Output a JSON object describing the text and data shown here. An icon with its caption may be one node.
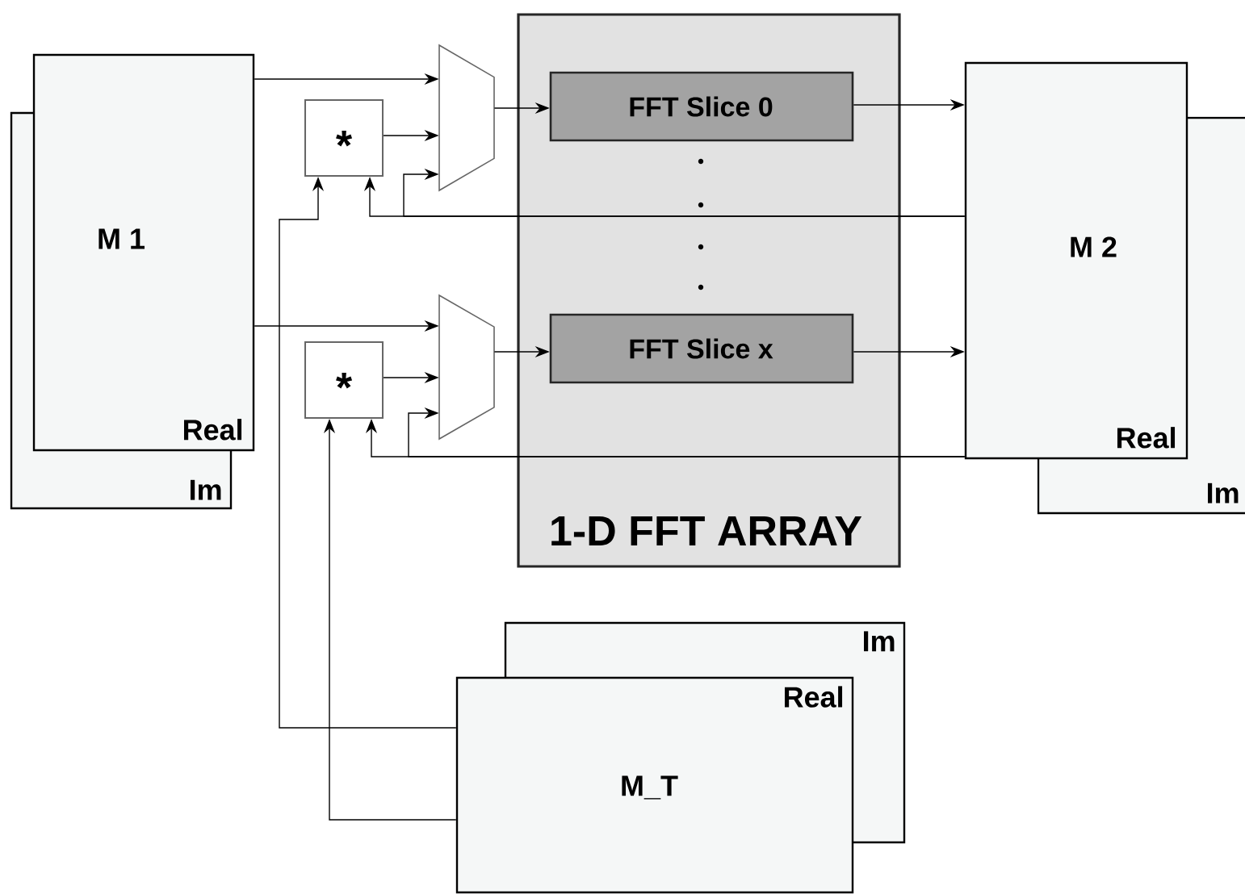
{
  "diagram": {
    "nodes": [
      {
        "text": [
          "Im"
        ]
      },
      {
        "text": [
          "M 1",
          "Real"
        ]
      },
      {
        "text": [
          "*"
        ]
      },
      {
        "text": [],
        "shape": "trapezoid"
      },
      {
        "text": [
          "1-D FFT ARRAY"
        ]
      },
      {
        "text": [
          "FFT Slice  0"
        ],
        "in": 4
      },
      {
        "text": [
          "FFT Slice x"
        ],
        "in": 4
      },
      {
        "text": [
          "*"
        ]
      },
      {
        "text": [],
        "shape": "trapezoid"
      },
      {
        "text": [
          "Im"
        ]
      },
      {
        "text": [
          "M 2",
          "Real"
        ]
      },
      {
        "text": [
          "Im"
        ]
      },
      {
        "text": [
          "Real",
          "M_T"
        ]
      }
    ],
    "edges": [
      {
        "from": 1,
        "to": 3,
        "arrow": "to"
      },
      {
        "from": 2,
        "to": 3,
        "arrow": "to"
      },
      {
        "from": 10,
        "to": 2,
        "arrow": "to"
      },
      {
        "from": 10,
        "to": 3,
        "arrow": "to"
      },
      {
        "from": 3,
        "to": 5,
        "arrow": "to"
      },
      {
        "from": 5,
        "to": 10,
        "arrow": "to"
      },
      {
        "from": 1,
        "to": 8,
        "arrow": "to"
      },
      {
        "from": 7,
        "to": 8,
        "arrow": "to"
      },
      {
        "from": 10,
        "to": 7,
        "arrow": "to"
      },
      {
        "from": 10,
        "to": 8,
        "arrow": "to"
      },
      {
        "from": 8,
        "to": 6,
        "arrow": "to"
      },
      {
        "from": 6,
        "to": 10,
        "arrow": "to"
      },
      {
        "from": 12,
        "to": 2,
        "arrow": "to"
      },
      {
        "from": 12,
        "to": 7,
        "arrow": "to"
      }
    ]
  }
}
